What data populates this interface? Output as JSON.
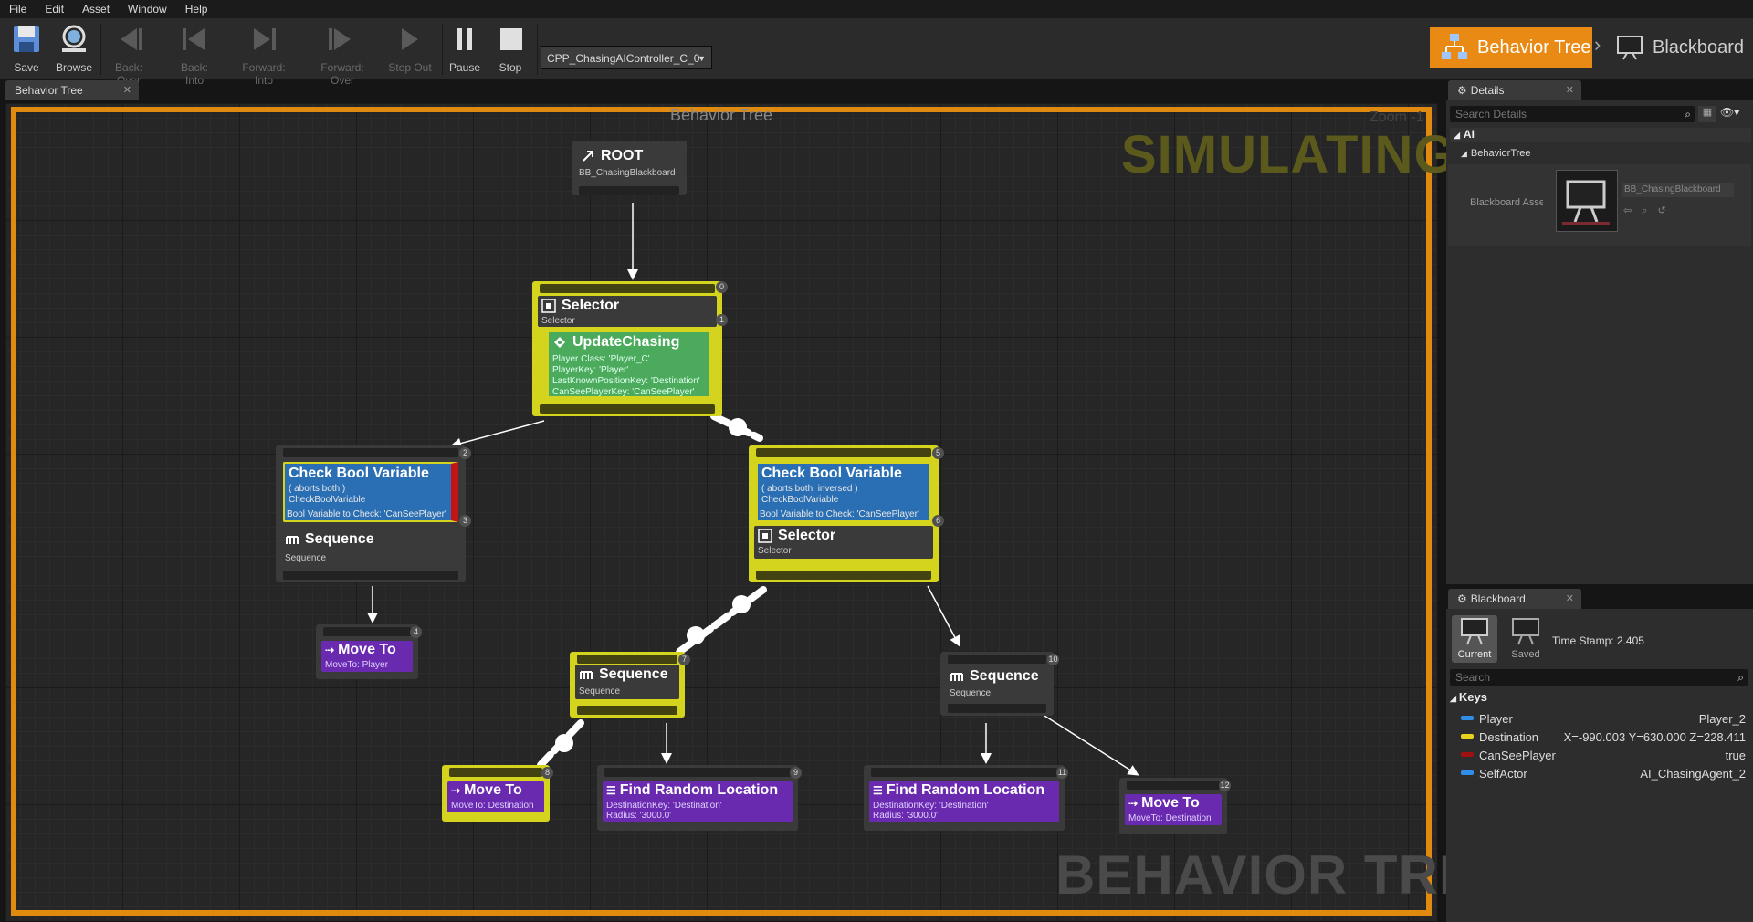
{
  "menu": [
    "File",
    "Edit",
    "Asset",
    "Window",
    "Help"
  ],
  "toolbar": {
    "buttons": [
      {
        "label": "Save",
        "icon": "save-icon",
        "enabled": true
      },
      {
        "label": "Browse",
        "icon": "browse-icon",
        "enabled": true
      },
      {
        "label": "Back: Over",
        "icon": "back-over-icon",
        "enabled": false
      },
      {
        "label": "Back: Into",
        "icon": "back-into-icon",
        "enabled": false
      },
      {
        "label": "Forward: Into",
        "icon": "forward-into-icon",
        "enabled": false
      },
      {
        "label": "Forward: Over",
        "icon": "forward-over-icon",
        "enabled": false
      },
      {
        "label": "Step Out",
        "icon": "step-out-icon",
        "enabled": false
      },
      {
        "label": "Pause",
        "icon": "pause-icon",
        "enabled": true
      },
      {
        "label": "Stop",
        "icon": "stop-icon",
        "enabled": true
      }
    ],
    "debug_object": "CPP_ChasingAIController_C_0"
  },
  "modes": {
    "behavior_tree": "Behavior Tree",
    "blackboard": "Blackboard"
  },
  "graph_tab": "Behavior Tree",
  "graph": {
    "title": "Behavior Tree",
    "zoom": "Zoom -1",
    "simulating": "SIMULATING",
    "watermark": "BEHAVIOR TREE"
  },
  "nodes": {
    "root": {
      "title": "ROOT",
      "subtitle": "BB_ChasingBlackboard"
    },
    "selector_main": {
      "title": "Selector",
      "subtitle": "Selector",
      "index": "0",
      "index2": "1",
      "service": {
        "title": "UpdateChasing",
        "lines": [
          "Player Class: 'Player_C'",
          "PlayerKey: 'Player'",
          "LastKnownPositionKey: 'Destination'",
          "CanSeePlayerKey: 'CanSeePlayer'"
        ]
      }
    },
    "left_branch": {
      "index": "2",
      "index2": "3",
      "decorator": {
        "title": "Check Bool Variable",
        "line1": "( aborts both )",
        "line2": "CheckBoolVariable",
        "line3": "Bool Variable to Check: 'CanSeePlayer'"
      },
      "composite": {
        "title": "Sequence",
        "subtitle": "Sequence"
      }
    },
    "moveto_player": {
      "title": "Move To",
      "subtitle": "MoveTo: Player",
      "index": "4"
    },
    "right_branch": {
      "index": "5",
      "index2": "6",
      "decorator": {
        "title": "Check Bool Variable",
        "line1": "( aborts both, inversed )",
        "line2": "CheckBoolVariable",
        "line3": "Bool Variable to Check: 'CanSeePlayer'"
      },
      "composite": {
        "title": "Selector",
        "subtitle": "Selector"
      }
    },
    "seq_active": {
      "title": "Sequence",
      "subtitle": "Sequence",
      "index": "7"
    },
    "moveto_dest_active": {
      "title": "Move To",
      "subtitle": "MoveTo: Destination",
      "index": "8"
    },
    "find_random_1": {
      "title": "Find Random Location",
      "line1": "DestinationKey: 'Destination'",
      "line2": "Radius: '3000.0'",
      "index": "9"
    },
    "seq_inactive": {
      "title": "Sequence",
      "subtitle": "Sequence",
      "index": "10"
    },
    "find_random_2": {
      "title": "Find Random Location",
      "line1": "DestinationKey: 'Destination'",
      "line2": "Radius: '3000.0'",
      "index": "11"
    },
    "moveto_dest_2": {
      "title": "Move To",
      "subtitle": "MoveTo: Destination",
      "index": "12"
    }
  },
  "details": {
    "tab": "Details",
    "search_placeholder": "Search Details",
    "category": "AI",
    "subcategory": "BehaviorTree",
    "property": "Blackboard Asset",
    "asset_value": "BB_ChasingBlackboard"
  },
  "blackboard": {
    "tab": "Blackboard",
    "current": "Current",
    "saved": "Saved",
    "timestamp": "Time Stamp: 2.405",
    "search_placeholder": "Search",
    "keys_header": "Keys",
    "keys": [
      {
        "name": "Player",
        "value": "Player_2",
        "color": "#2f8fe8"
      },
      {
        "name": "Destination",
        "value": "X=-990.003 Y=630.000 Z=228.411",
        "color": "#e8d21e"
      },
      {
        "name": "CanSeePlayer",
        "value": "true",
        "color": "#a01010"
      },
      {
        "name": "SelfActor",
        "value": "AI_ChasingAgent_2",
        "color": "#2f8fe8"
      }
    ]
  },
  "colors": {
    "accent": "#e88a14",
    "active": "#d4d41e",
    "decorator": "#2a6fb4",
    "service": "#4caa5c",
    "task": "#6a2ab0"
  }
}
